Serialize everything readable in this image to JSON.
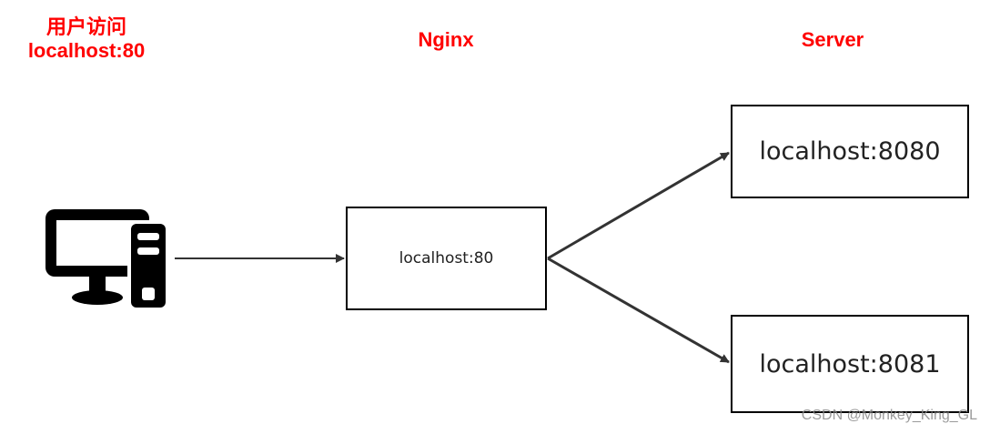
{
  "headings": {
    "user_line1": "用户访问",
    "user_line2": "localhost:80",
    "nginx": "Nginx",
    "server": "Server"
  },
  "nodes": {
    "nginx": "localhost:80",
    "server_1": "localhost:8080",
    "server_2": "localhost:8081"
  },
  "icons": {
    "client": "desktop-computer-icon"
  },
  "colors": {
    "heading": "#ff0000",
    "box_border": "#000000",
    "arrow": "#333333"
  },
  "watermark": "CSDN @Monkey_King_GL"
}
